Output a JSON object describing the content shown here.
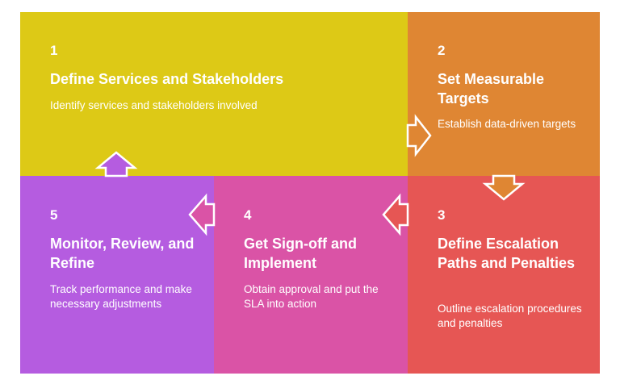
{
  "steps": [
    {
      "number": "1",
      "title": "Define Services and Stakeholders",
      "description": "Identify services and stakeholders involved",
      "color": "#ddc916"
    },
    {
      "number": "2",
      "title": "Set Measurable Targets",
      "description": "Establish data-driven targets",
      "color": "#df8633"
    },
    {
      "number": "3",
      "title": "Define Escalation Paths and Penalties",
      "description": "Outline escalation procedures and penalties",
      "color": "#e65654"
    },
    {
      "number": "4",
      "title": "Get Sign-off and Implement",
      "description": "Obtain approval and put the SLA into action",
      "color": "#da53a6"
    },
    {
      "number": "5",
      "title": "Monitor, Review, and Refine",
      "description": "Track performance and make necessary adjustments",
      "color": "#b55ce0"
    }
  ]
}
